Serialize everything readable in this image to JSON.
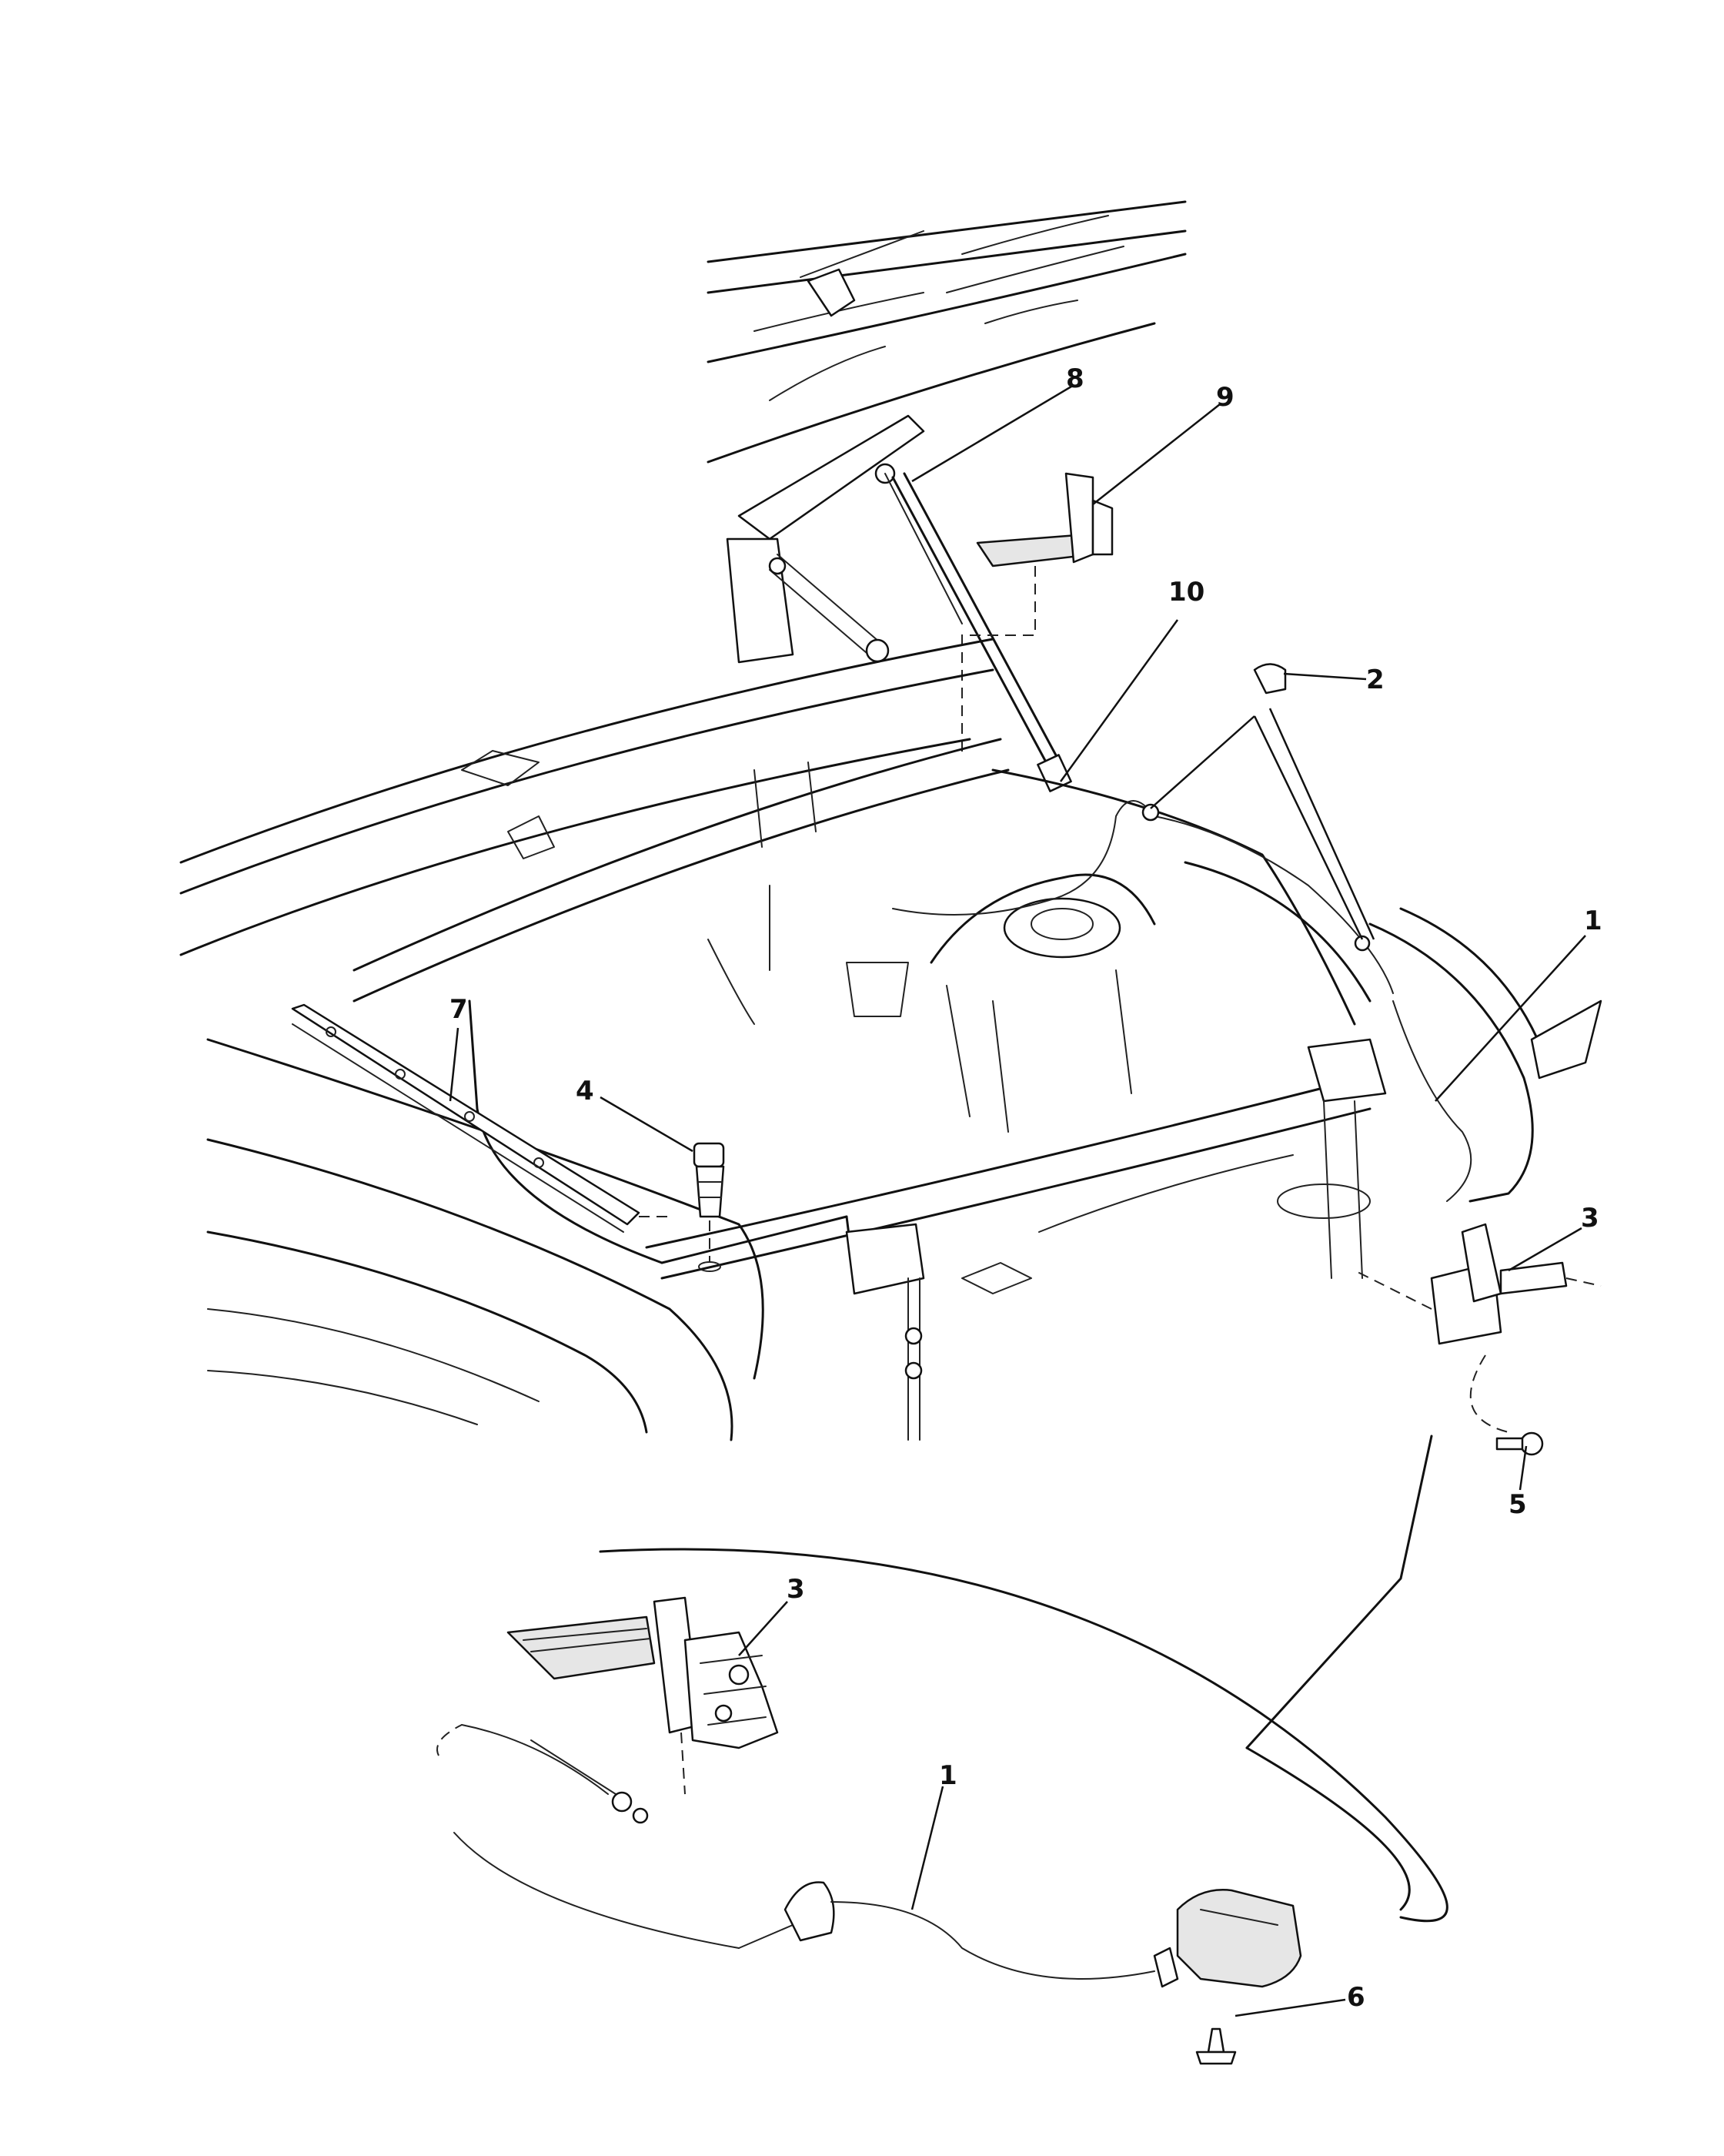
{
  "callouts": [
    {
      "id": "8",
      "text": "8"
    },
    {
      "id": "9",
      "text": "9"
    },
    {
      "id": "10",
      "text": "10"
    },
    {
      "id": "2",
      "text": "2"
    },
    {
      "id": "1",
      "text": "1"
    },
    {
      "id": "7",
      "text": "7"
    },
    {
      "id": "4",
      "text": "4"
    },
    {
      "id": "3",
      "text": "3"
    },
    {
      "id": "5",
      "text": "5"
    },
    {
      "id": "3b",
      "text": "3"
    },
    {
      "id": "1b",
      "text": "1"
    },
    {
      "id": "6",
      "text": "6"
    }
  ]
}
